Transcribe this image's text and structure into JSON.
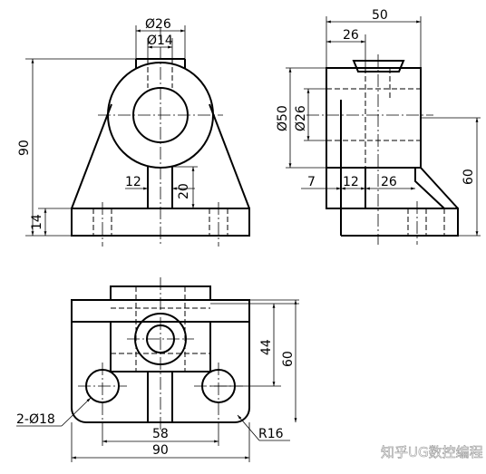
{
  "front_view": {
    "dims": {
      "d26": "Ø26",
      "d14": "Ø14",
      "h90": "90",
      "h14": "14",
      "w12": "12",
      "h20": "20"
    }
  },
  "side_view": {
    "dims": {
      "w50": "50",
      "w26_top": "26",
      "d50": "Ø50",
      "d26": "Ø26",
      "h60": "60",
      "w7": "7",
      "w12": "12",
      "w26": "26"
    }
  },
  "top_view": {
    "dims": {
      "h44": "44",
      "h60": "60",
      "w58": "58",
      "w90": "90",
      "holes": "2-Ø18",
      "radius": "R16"
    }
  },
  "watermark": "知乎UG数控编程"
}
